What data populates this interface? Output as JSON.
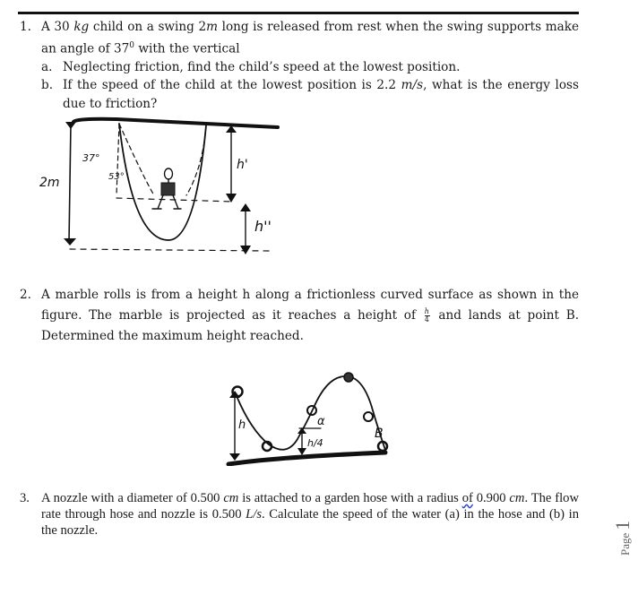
{
  "document": {
    "questions": [
      {
        "number": "1.",
        "text_parts": [
          "A 30 ",
          "kg",
          " child on a swing 2",
          "m",
          " long is released from rest when the swing supports make an angle of 37",
          "0",
          " with the vertical"
        ],
        "subparts": [
          {
            "label": "a.",
            "text": "Neglecting friction, find the child’s speed at the lowest position."
          },
          {
            "label": "b.",
            "text_parts": [
              "If the speed of the child at the lowest position is 2.2 ",
              "m/s",
              ", what is the energy loss due to friction?"
            ]
          }
        ],
        "figure": {
          "description": "Hand-drawn swing diagram",
          "labels": {
            "length": "2m",
            "angle_top": "37°",
            "angle_mid": "53°",
            "h1": "h'",
            "h2": "h''"
          }
        }
      },
      {
        "number": "2.",
        "text_parts": [
          "A marble rolls is from a height h along a frictionless curved surface as shown in the figure. The marble is projected as it reaches a height of",
          " and lands at point B. Determined the maximum height reached."
        ],
        "fraction": {
          "numerator": "h",
          "denominator": "4"
        },
        "figure": {
          "description": "Hand-drawn marble on curved track",
          "labels": {
            "h": "h",
            "alpha": "α",
            "h4": "h/4",
            "B": "B"
          }
        }
      },
      {
        "number": "3.",
        "text_parts": [
          "A nozzle with a diameter of 0.500 ",
          "cm",
          " is attached to a garden hose with a radius ",
          "of",
          " 0.900 ",
          "cm",
          ". The flow rate through hose and nozzle is 0.500 ",
          "L/s",
          ". Calculate the speed of the water (a) in the hose and (b) in the nozzle."
        ]
      }
    ],
    "footer": {
      "page_word": "Page",
      "page_number": "1"
    }
  }
}
